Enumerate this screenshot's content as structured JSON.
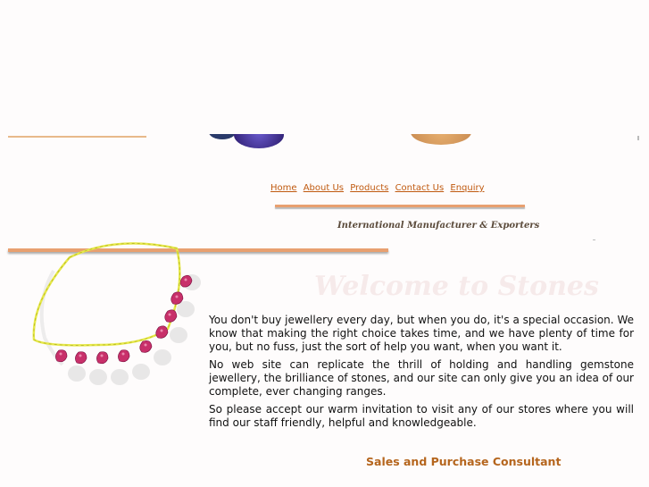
{
  "nav": {
    "home": "Home",
    "about": "About Us",
    "products": "Products",
    "contact": "Contact Us",
    "enquiry": "Enquiry"
  },
  "tagline": "International Manufacturer & Exporters",
  "welcome": "Welcome to Stones",
  "paragraphs": [
    "You don't buy jewellery every day, but when you do, it's a special occasion. We know that making the right choice takes time, and we have plenty of time for you, but no fuss, just the sort of help you want, when you want it.",
    "No web site can replicate the thrill of holding and handling gemstone jewellery, the brilliance of stones, and our site can only give you an idea of our complete, ever changing ranges.",
    "So please accept our warm invitation to visit any of our stores where you will find our staff friendly, helpful and knowledgeable."
  ],
  "consultant": "Sales and Purchase Consultant",
  "colors": {
    "accent": "#e8a070",
    "link": "#c05a10",
    "consultant": "#b5651d",
    "gem": "#c8306a"
  }
}
